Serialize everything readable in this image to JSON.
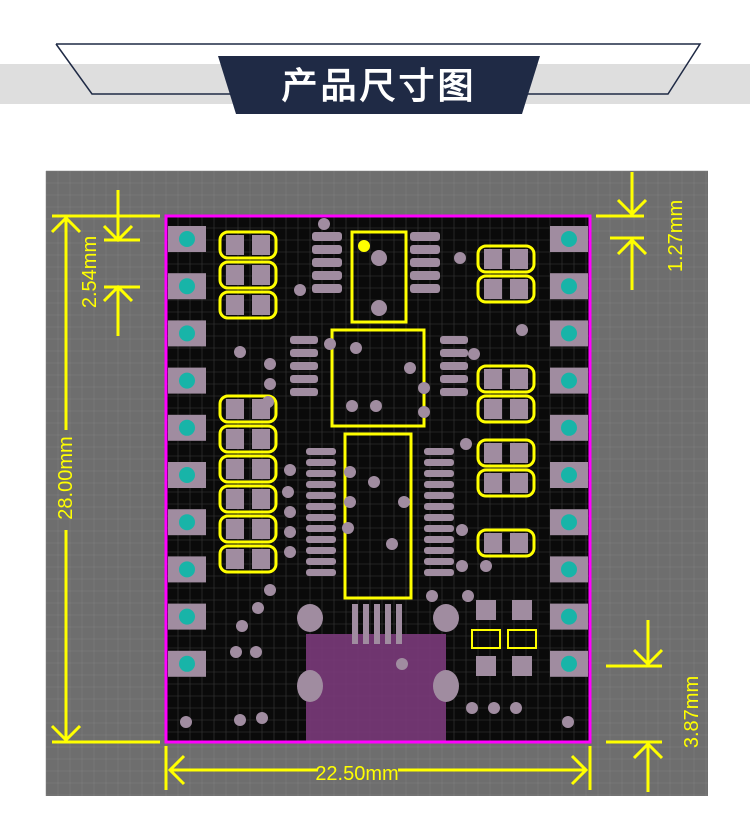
{
  "header": {
    "title": "产品尺寸图"
  },
  "dimensions": {
    "width": "22.50mm",
    "height": "28.00mm",
    "pin_pitch": "2.54mm",
    "edge_offset": "1.27mm",
    "bottom_offset": "3.87mm"
  },
  "colors": {
    "banner_navy": "#1f2a45",
    "banner_gray": "#dedede",
    "background": "#6e6e6e",
    "board": "#0a0a0a",
    "outline": "#ff00ff",
    "silkscreen": "#ffff00",
    "pad": "#a08ca0",
    "via": "#18b4a8"
  }
}
